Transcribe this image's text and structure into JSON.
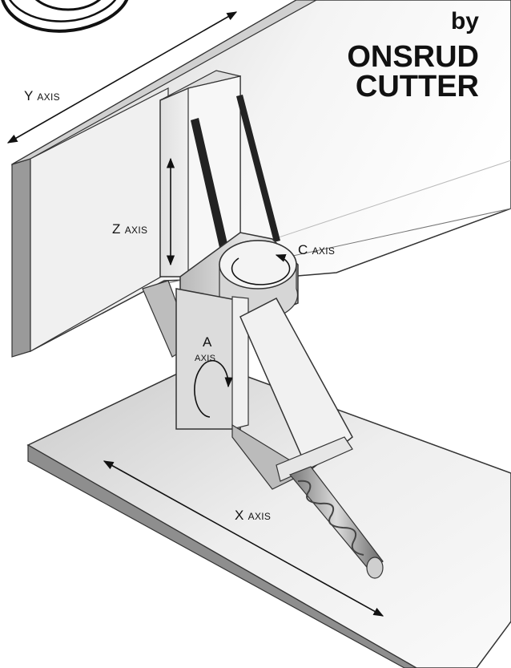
{
  "header": {
    "by": "by",
    "line1": "ONSRUD",
    "line2": "CUTTER"
  },
  "axes": {
    "y": "Y axis",
    "z": "Z axis",
    "c": "C axis",
    "a_line1": "A",
    "a_line2": "axis",
    "x": "X axis"
  },
  "colors": {
    "ink": "#111111",
    "metal_light": "#f2f2f2",
    "metal_mid": "#d8d8d8",
    "metal_dark": "#a8a8a8",
    "spiral": "#555555"
  },
  "icons": {
    "logo": "onsrud-logo-swirl",
    "tool": "router-bit"
  }
}
